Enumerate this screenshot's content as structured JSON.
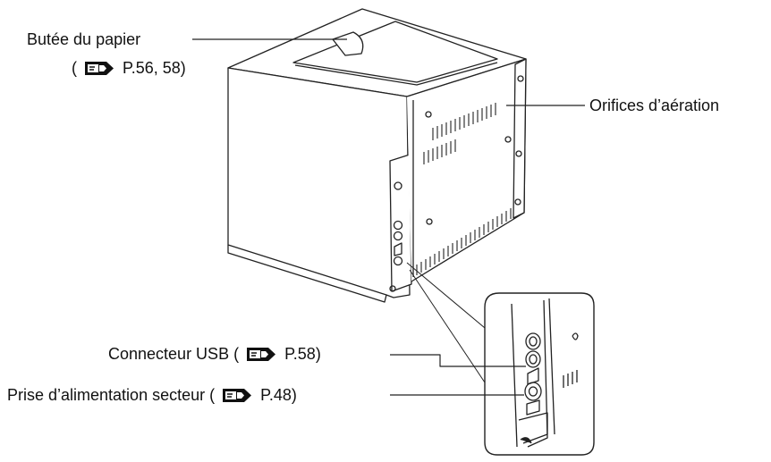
{
  "callouts": {
    "paper_stop": {
      "label": "Butée du papier",
      "open": "(",
      "ref": "P.56, 58",
      "close": ")"
    },
    "vents": {
      "label": "Orifices d’aération"
    },
    "usb": {
      "label": "Connecteur USB (",
      "ref": "P.58)"
    },
    "power": {
      "label": "Prise d’alimentation secteur (",
      "ref": "P.48)"
    }
  },
  "icons": {
    "reference": "pointing-hand-reference-icon"
  }
}
